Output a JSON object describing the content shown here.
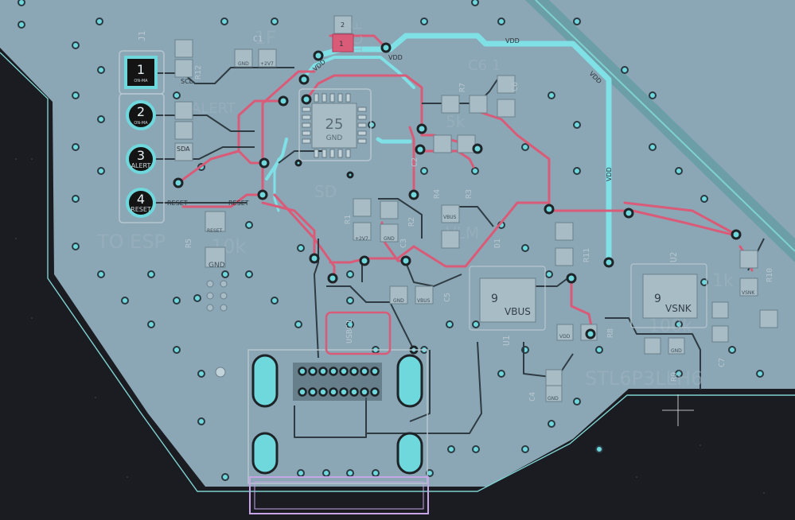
{
  "board": {
    "colors": {
      "background": "#1a1c22",
      "copper_fill": "#8ba7b5",
      "front_trace": "#d95b78",
      "back_trace": "#7fe0e6",
      "outline": "#7fd2d0",
      "silkscreen": "#b7c6cf",
      "courtyard": "#c7a4e8"
    }
  },
  "refs": {
    "j1": "J1",
    "c1": "C1",
    "c2": "C2",
    "c3": "C3",
    "c4": "C4",
    "c5": "C5",
    "c6": "C6",
    "c7": "C7",
    "r1": "R1",
    "r2": "R2",
    "r3": "R3",
    "r4": "R4",
    "r5": "R5",
    "r7": "R7",
    "r8": "R8",
    "r9": "R9",
    "r10": "R10",
    "r11": "R11",
    "r12": "R12",
    "u1": "U1",
    "u2": "U2",
    "usbc1": "USBC1",
    "d1": "D1"
  },
  "ghost": {
    "to_esp": "TO ESP",
    "k10": "10k",
    "c_1f": "1C F",
    "alert": "ALERT",
    "k100": "100k",
    "k1": "1k",
    "stl": "STL6P3LLH6",
    "f1": "1F",
    "sd": "SD",
    "vlm": "VLM",
    "c61": "C6 1",
    "k5": "5k"
  },
  "header_labels": [
    "1",
    "2",
    "3",
    "4"
  ],
  "header_texts": [
    "ON-MA",
    "ON-MA",
    "ALERT",
    "RESET"
  ],
  "nets": {
    "vdd": "VDD",
    "reset": "RESET",
    "gnd": "GND",
    "p2v7": "+2V7",
    "vbus": "VBUS",
    "vsnk": "VSNK",
    "scl": "SCL",
    "sda": "SDA",
    "c_25": "25",
    "pad_9": "9",
    "one": "1",
    "two": "2"
  },
  "pads": {
    "c1_gnd": "GND",
    "c1_v": "+2V7",
    "c3_gnd": "GND",
    "c3_v": "+2V7",
    "c5_gnd": "GND",
    "c5_vbus": "VBUS",
    "r5_reset": "RESET",
    "r5_gnd": "GND",
    "c4_gnd": "GND",
    "c7_gnd": "GND",
    "r8_vdd": "VDD",
    "r10_vsnk": "VSNK",
    "r3_vbus": "VBUS"
  }
}
